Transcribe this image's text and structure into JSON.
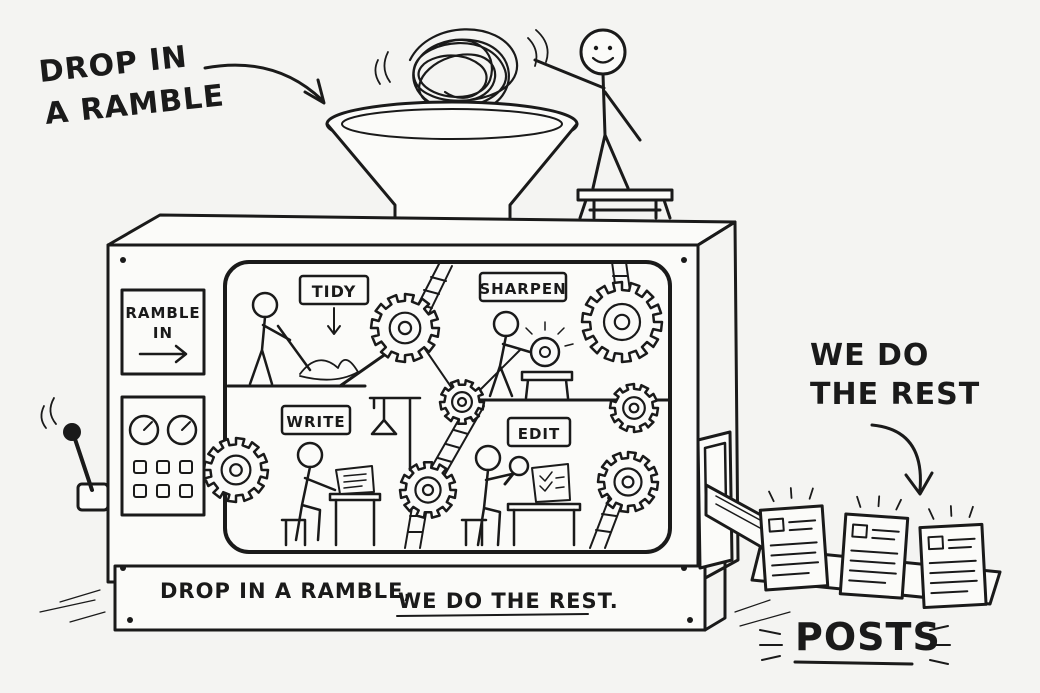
{
  "callouts": {
    "drop_in_line1": "DROP IN",
    "drop_in_line2": "A RAMBLE",
    "we_do_line1": "WE DO",
    "we_do_line2": "THE REST"
  },
  "machine": {
    "panel_sign_line1": "RAMBLE",
    "panel_sign_line2": "IN",
    "base_caption_part1": "DROP IN A RAMBLE,",
    "base_caption_part2": "WE DO THE REST."
  },
  "stations": {
    "tidy": "TIDY",
    "sharpen": "SHARPEN",
    "write": "WRITE",
    "edit": "EDIT"
  },
  "output": {
    "label": "POSTS",
    "post_count": 3
  },
  "icons": [
    "scribble-ramble",
    "funnel",
    "stick-figure",
    "gear",
    "lever",
    "dial",
    "paper-post",
    "arrow"
  ]
}
